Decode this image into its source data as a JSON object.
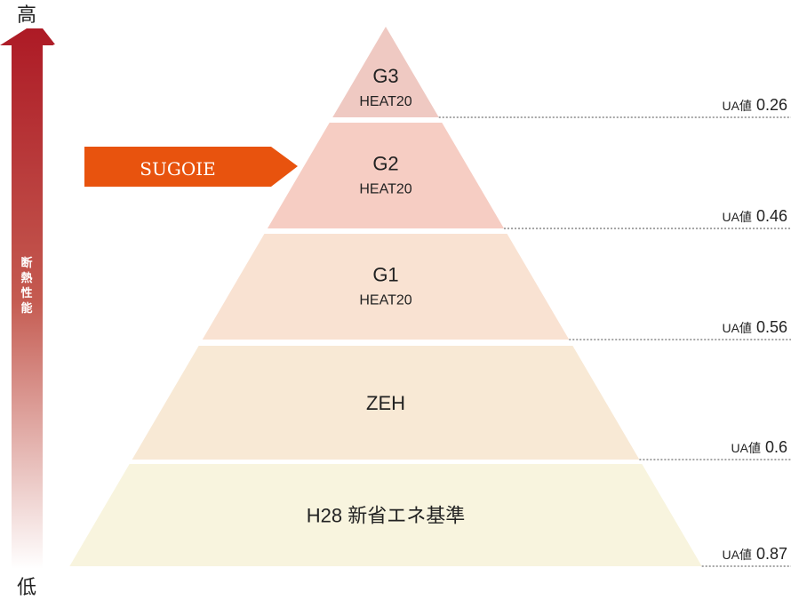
{
  "axis": {
    "high_label": "高",
    "low_label": "低",
    "title_chars": [
      "断",
      "熱",
      "性",
      "能"
    ]
  },
  "callout": {
    "label": "SUGOIE",
    "color": "#e8530e"
  },
  "levels": [
    {
      "name": "G3",
      "sub": "HEAT20",
      "ua_label": "UA値",
      "ua_value": "0.26",
      "color": "#efc9c2"
    },
    {
      "name": "G2",
      "sub": "HEAT20",
      "ua_label": "UA値",
      "ua_value": "0.46",
      "color": "#f6cdc3"
    },
    {
      "name": "G1",
      "sub": "HEAT20",
      "ua_label": "UA値",
      "ua_value": "0.56",
      "color": "#f9e2d2"
    },
    {
      "name": "ZEH",
      "sub": "",
      "ua_label": "UA値",
      "ua_value": "0.6",
      "color": "#f8e9d5"
    },
    {
      "name": "H28 新省エネ基準",
      "sub": "",
      "ua_label": "UA値",
      "ua_value": "0.87",
      "color": "#f8f4de"
    }
  ]
}
